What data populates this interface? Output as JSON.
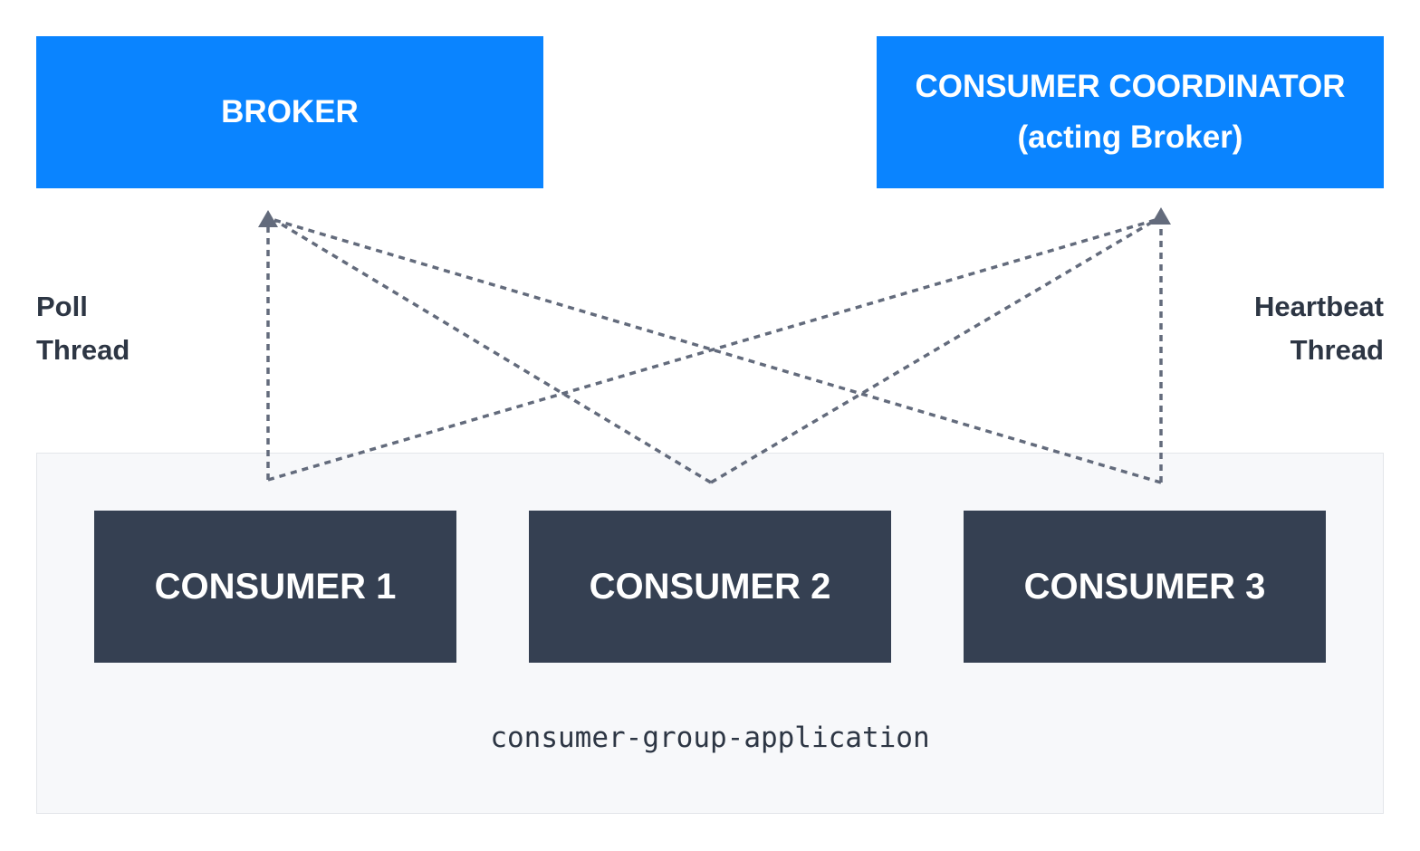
{
  "broker": {
    "label": "BROKER"
  },
  "coordinator": {
    "line1": "CONSUMER COORDINATOR",
    "line2": "(acting Broker)"
  },
  "poll_thread": {
    "line1": "Poll",
    "line2": "Thread"
  },
  "heartbeat_thread": {
    "line1": "Heartbeat",
    "line2": "Thread"
  },
  "consumers": [
    {
      "label": "CONSUMER 1"
    },
    {
      "label": "CONSUMER 2"
    },
    {
      "label": "CONSUMER 3"
    }
  ],
  "group": {
    "label": "consumer-group-application"
  },
  "colors": {
    "broker_blue": "#0a84ff",
    "consumer_dark": "#354052",
    "line_gray": "#636b7c",
    "group_bg": "#f7f8fa"
  }
}
